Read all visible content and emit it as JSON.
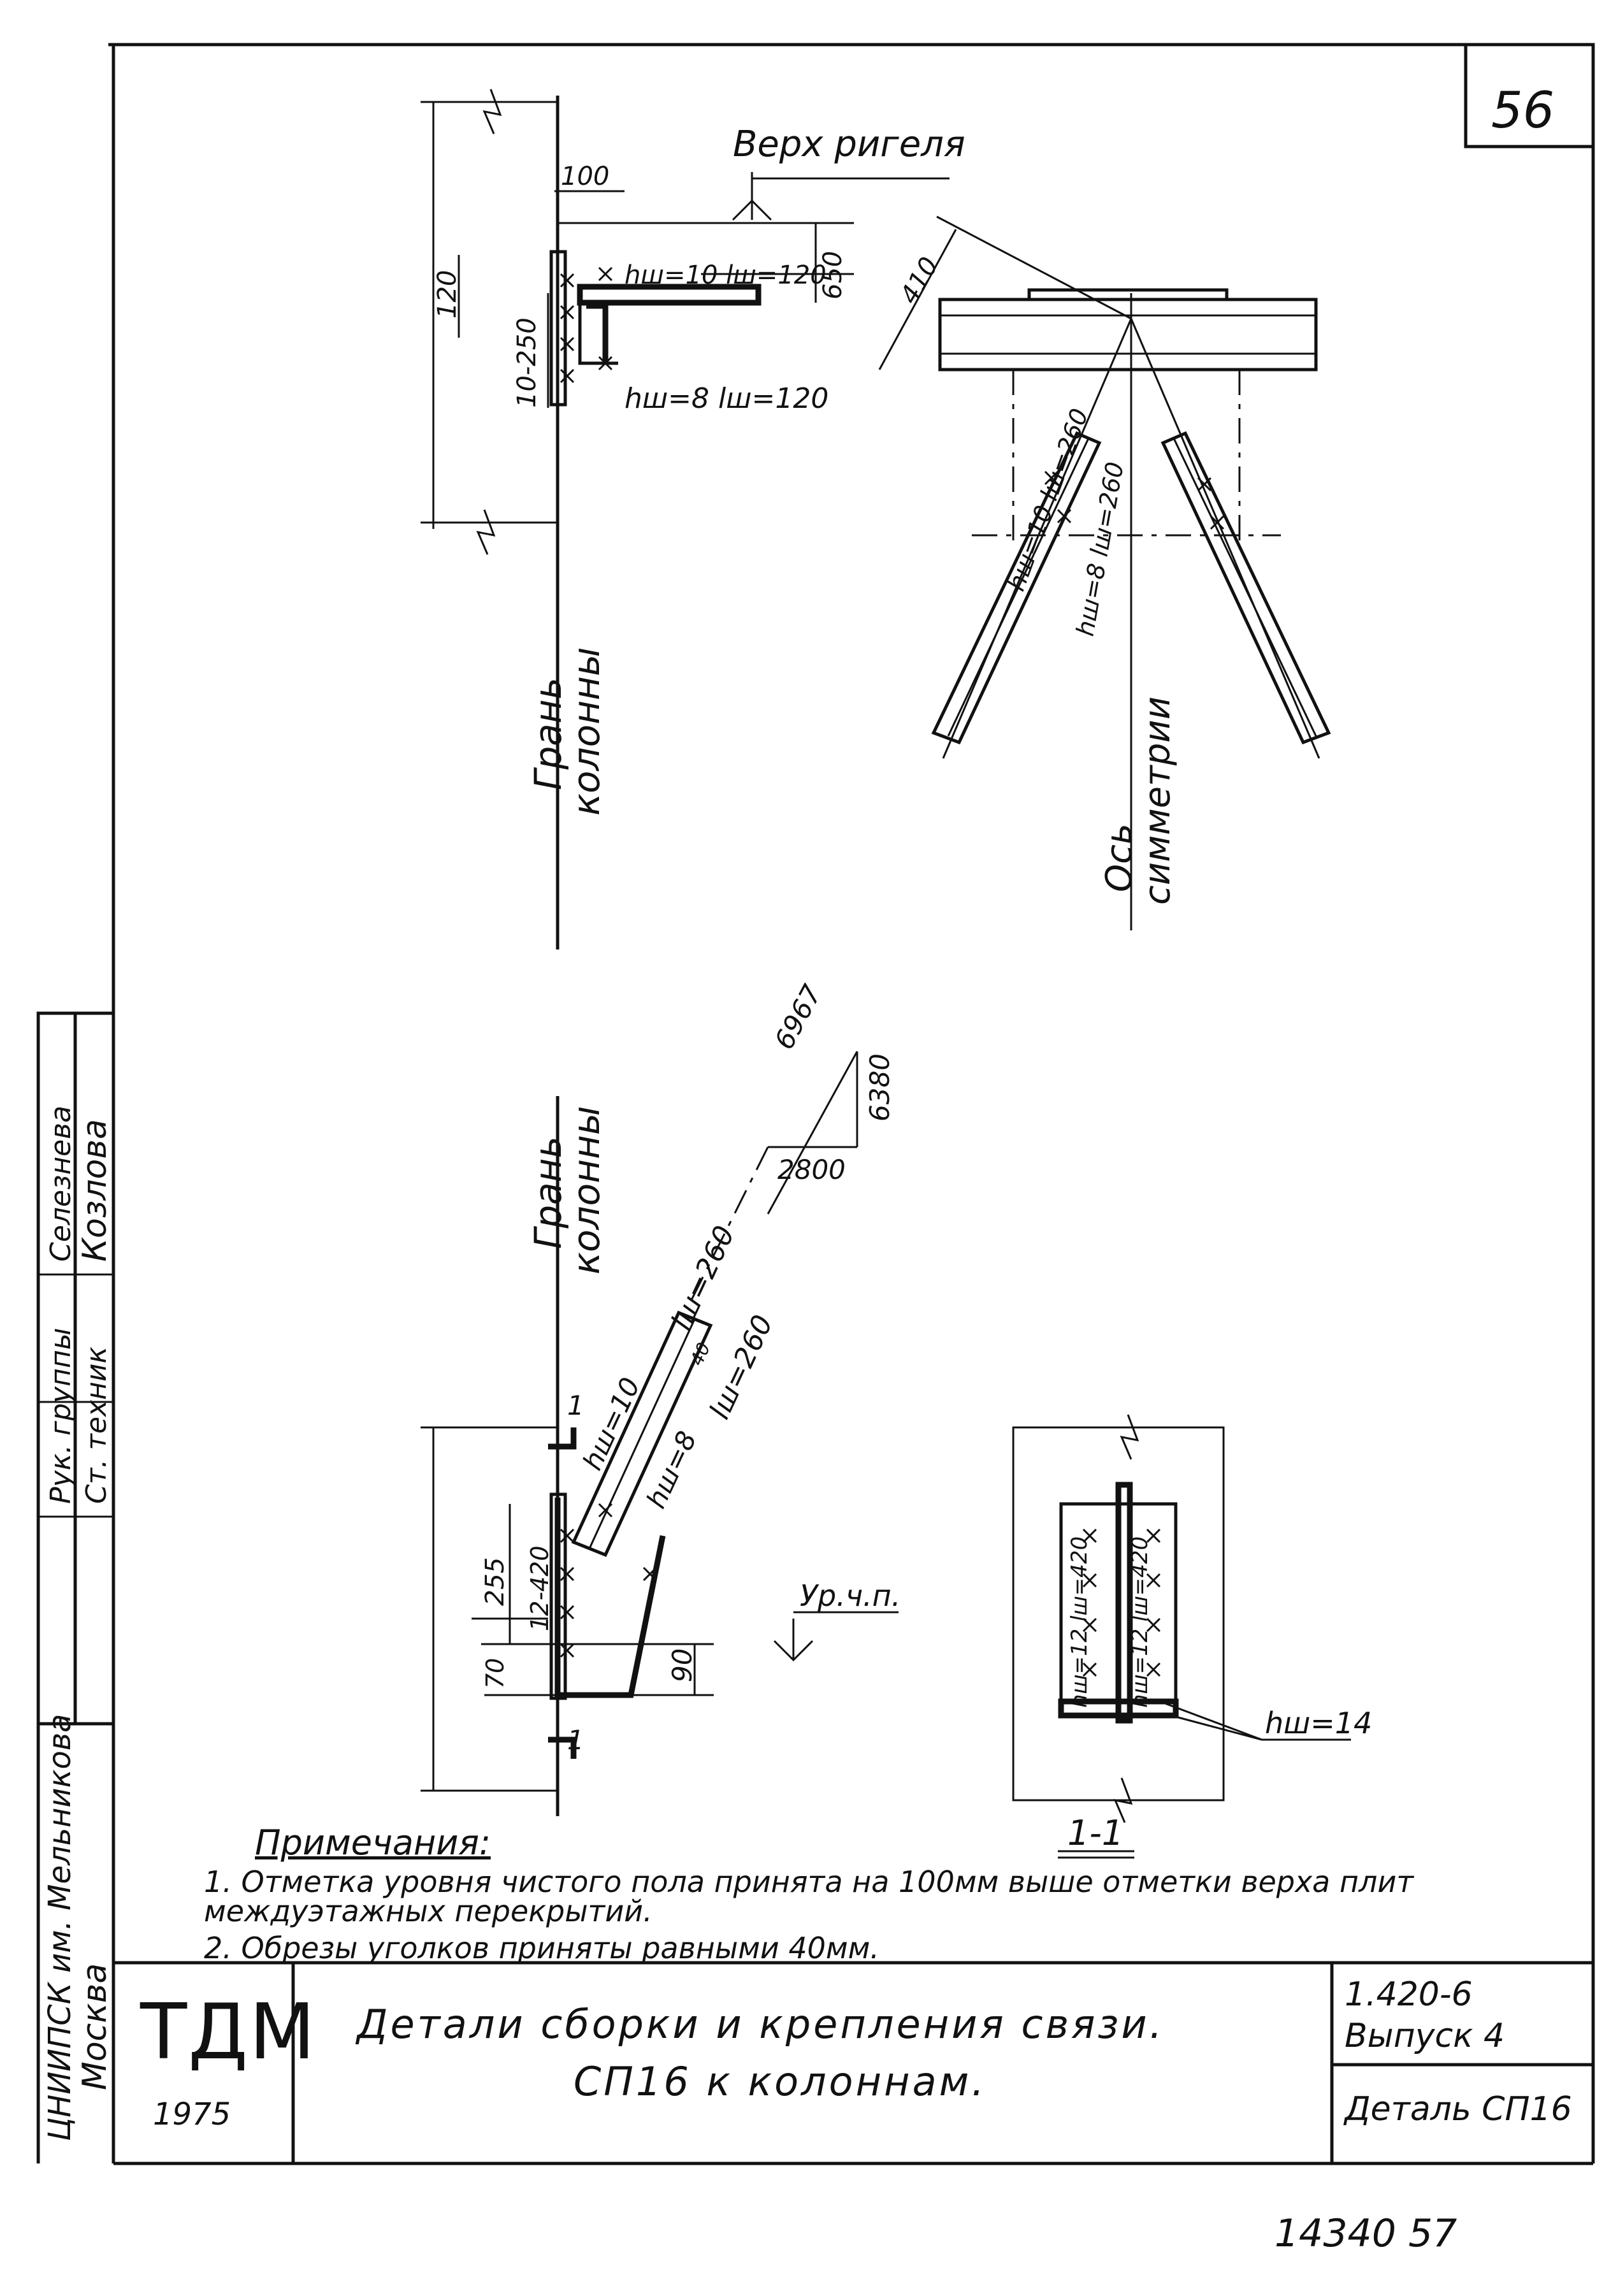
{
  "sheet": {
    "number": "56",
    "bottom_number": "14340  57"
  },
  "side_stamp": {
    "org": "ЦНИИПСК им. Мельникова",
    "city": "Москва",
    "rows": [
      {
        "role": "Рук. группы",
        "sign": "",
        "name": "Селезнева"
      },
      {
        "role": "Ст. техник",
        "sign": "",
        "name": "Козлова"
      }
    ]
  },
  "title_block": {
    "logo": "ТДМ",
    "year": "1975",
    "title_line1": "Детали сборки и крепления связи.",
    "title_line2": "СП16 к колоннам.",
    "series": "1.420-6",
    "issue": "Выпуск 4",
    "detail": "Деталь СП16"
  },
  "labels": {
    "top_marker": "Верх ригеля",
    "column_face": "Грань колонны",
    "column_face_top": "Грань",
    "column_word": "колонны",
    "axis_symmetry": "Ось симметрии",
    "axis_word": "Ось",
    "symmetry_word": "симметрии",
    "floor_level": "Ур.ч.п.",
    "section": "1-1",
    "section_mark": "1"
  },
  "dimensions": {
    "top_left": [
      "100",
      "120",
      "650",
      "10-250",
      "hш=10  lш=120",
      "hш=8  lш=120"
    ],
    "top_right": [
      "410",
      "hш=10  lш=260",
      "hш=8  lш=260"
    ],
    "slope": [
      "6967",
      "6380",
      "2800"
    ],
    "bottom_left": [
      "lш=260",
      "lш=260",
      "hш=10",
      "hш=8",
      "255",
      "12-420",
      "70",
      "90",
      "40"
    ],
    "section_view": [
      "hш=12  lш=420",
      "hш=12  lш=420",
      "hш=14"
    ]
  },
  "notes": {
    "heading": "Примечания:",
    "items": [
      "1. Отметка уровня чистого пола принята на 100мм выше отметки верха плит междуэтажных перекрытий.",
      "2. Обрезы уголков приняты равными 40мм."
    ]
  }
}
